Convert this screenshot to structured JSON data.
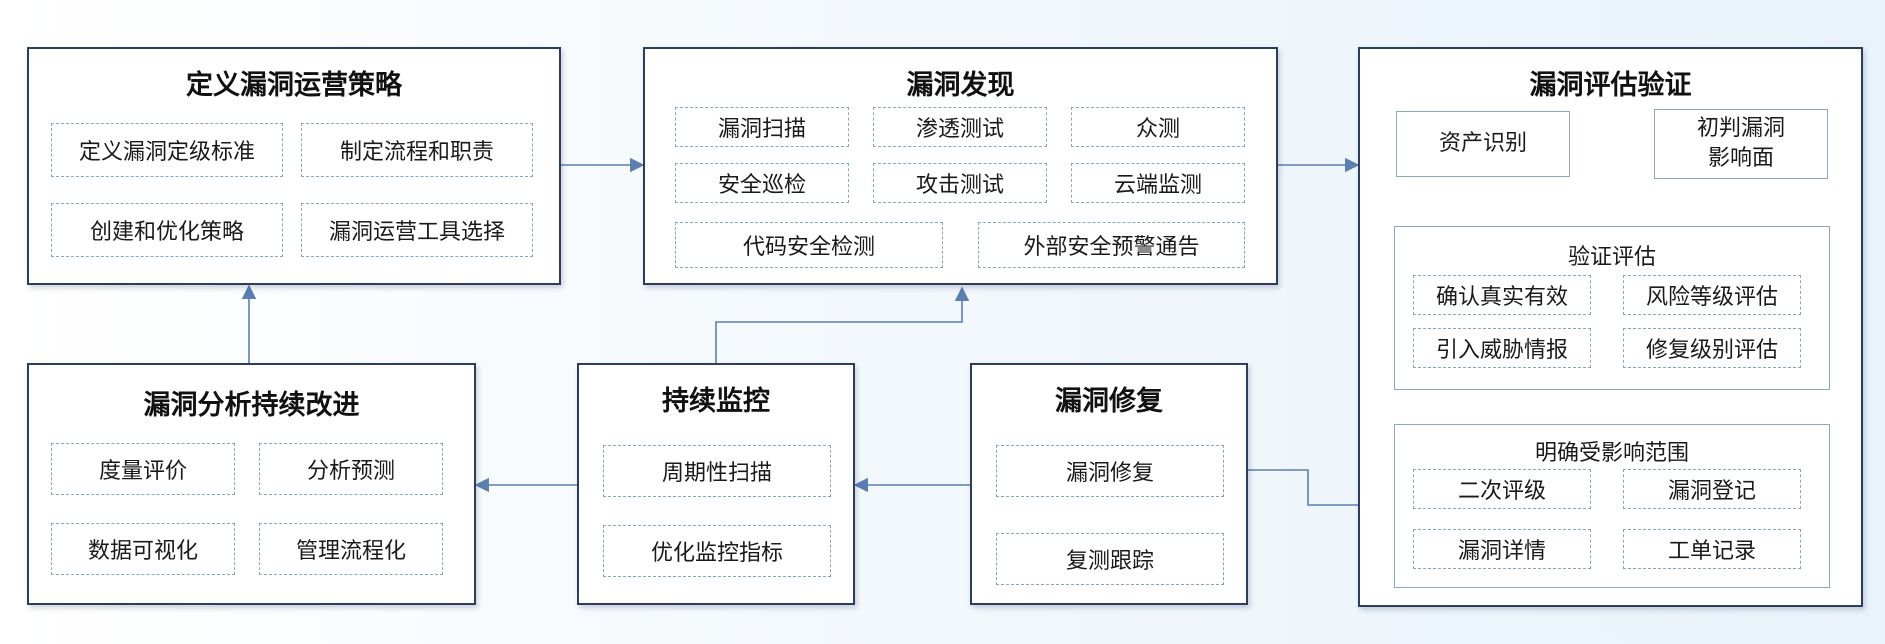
{
  "panels": {
    "strategy": {
      "title": "定义漏洞运营策略",
      "items": [
        "定义漏洞定级标准",
        "制定流程和职责",
        "创建和优化策略",
        "漏洞运营工具选择"
      ]
    },
    "discovery": {
      "title": "漏洞发现",
      "items": [
        "漏洞扫描",
        "渗透测试",
        "众测",
        "安全巡检",
        "攻击测试",
        "云端监测",
        "代码安全检测",
        "外部安全预警通告"
      ]
    },
    "evaluation": {
      "title": "漏洞评估验证",
      "asset": "资产识别",
      "initial_1": "初判漏洞",
      "initial_2": "影响面",
      "verify": {
        "title": "验证评估",
        "items": [
          "确认真实有效",
          "风险等级评估",
          "引入威胁情报",
          "修复级别评估"
        ]
      },
      "scope": {
        "title": "明确受影响范围",
        "items": [
          "二次评级",
          "漏洞登记",
          "漏洞详情",
          "工单记录"
        ]
      }
    },
    "repair": {
      "title": "漏洞修复",
      "items": [
        "漏洞修复",
        "复测跟踪"
      ]
    },
    "monitor": {
      "title": "持续监控",
      "items": [
        "周期性扫描",
        "优化监控指标"
      ]
    },
    "improve": {
      "title": "漏洞分析持续改进",
      "items": [
        "度量评价",
        "分析预测",
        "数据可视化",
        "管理流程化"
      ]
    }
  },
  "colors": {
    "panel_border": "#2d3e5c",
    "dashed_border": "#8ea4bd",
    "connector": "#5b7fb0"
  }
}
